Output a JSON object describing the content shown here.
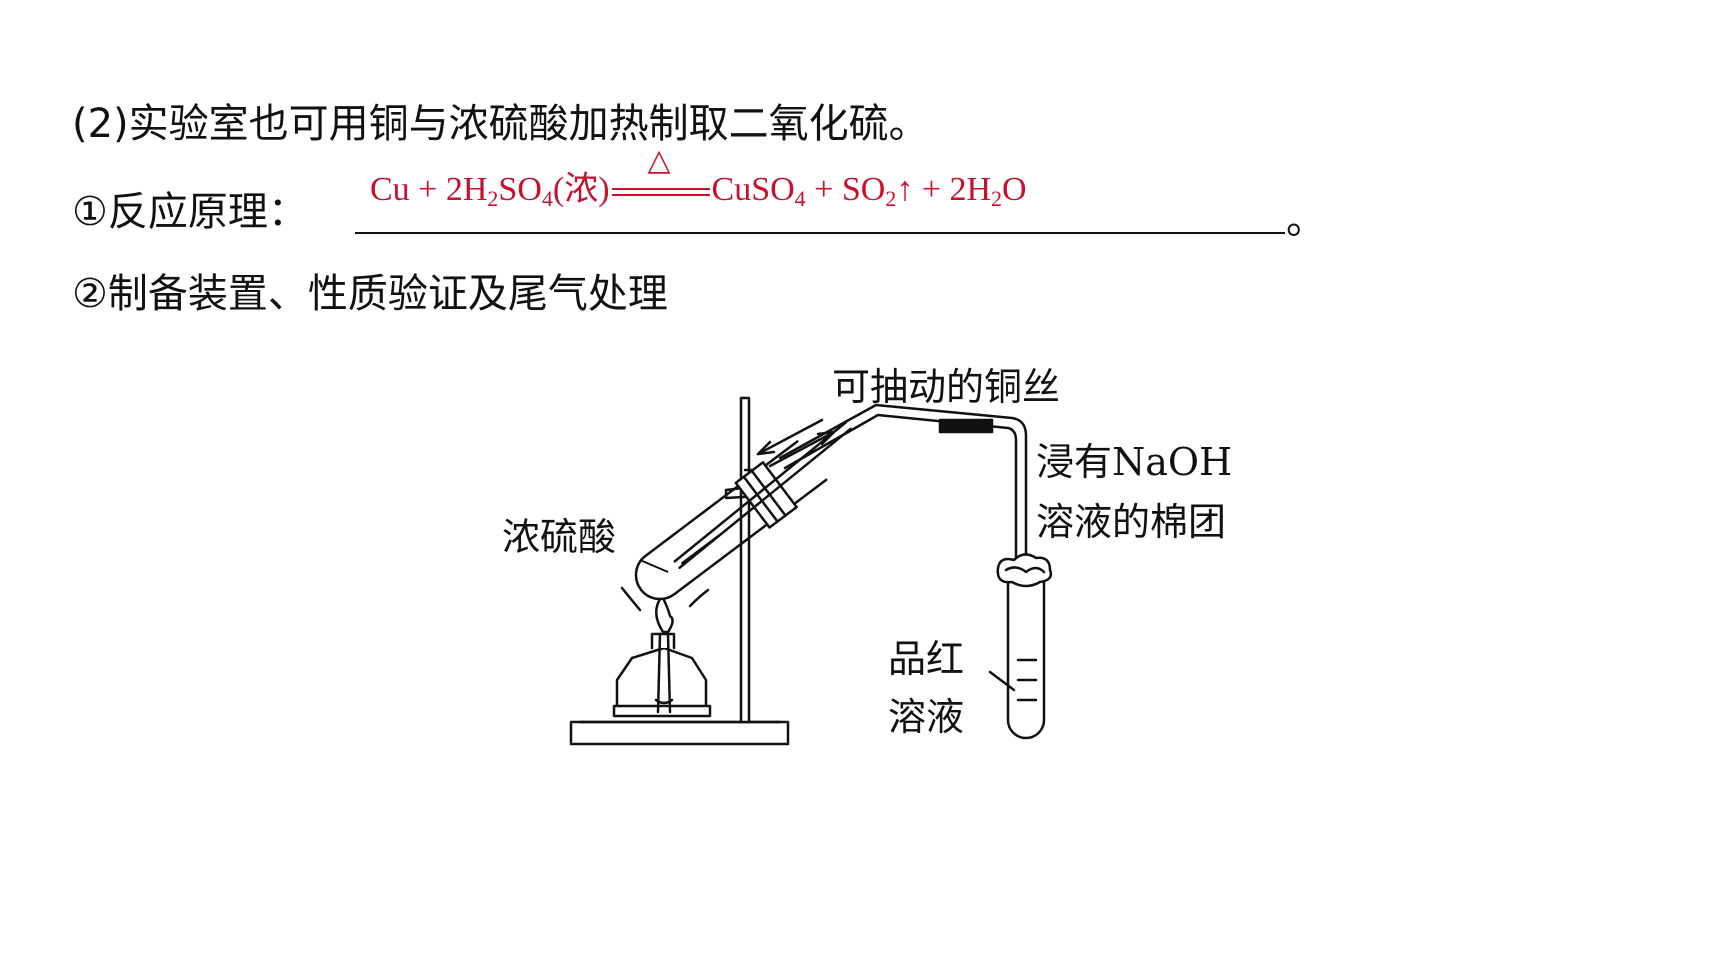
{
  "line1": "(2)实验室也可用铜与浓硫酸加热制取二氧化硫。",
  "line2_prefix": "①反应原理：",
  "equation": {
    "reactants": "Cu + 2H",
    "r_sub1": "2",
    "r_mid": "SO",
    "r_sub2": "4",
    "r_tail": "(浓)",
    "condition": "△",
    "p1": "CuSO",
    "p1_sub": "4",
    "p2": " + SO",
    "p2_sub": "2",
    "p2_tail": "↑ + 2H",
    "p3_sub": "2",
    "p3_tail": "O",
    "color": "#c8102e"
  },
  "line2_end": "。",
  "line3": "②制备装置、性质验证及尾气处理",
  "diagram": {
    "label_copper_wire": "可抽动的铜丝",
    "label_cotton_1": "浸有NaOH",
    "label_cotton_2": "溶液的棉团",
    "label_acid": "浓硫酸",
    "label_pinhong_1": "品红",
    "label_pinhong_2": "溶液"
  }
}
